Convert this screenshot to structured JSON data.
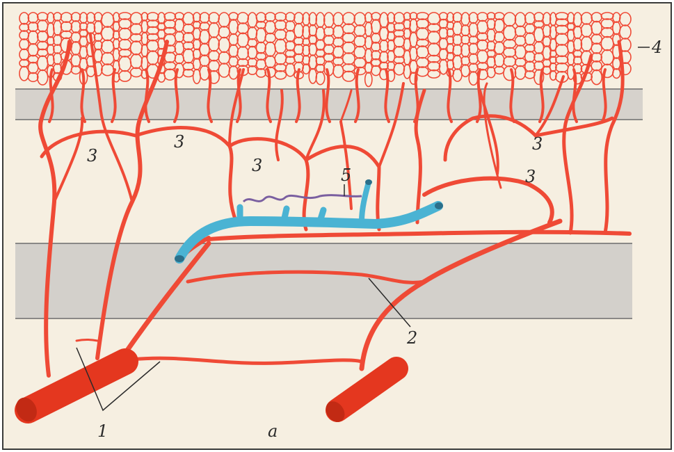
{
  "colors": {
    "background": "#ffffff",
    "paper": "#f6efe1",
    "border": "#3a3a3a",
    "band": "#d6d2cc",
    "artery": "#ef4a36",
    "artery_dark": "#e4371f",
    "vein": "#4ab3d3",
    "vein_dark": "#2b6f8a",
    "lymph": "#7a5fa0"
  },
  "labels": {
    "l1": "1",
    "l2": "2",
    "l3a": "3",
    "l3b": "3",
    "l3c": "3",
    "l3d": "3",
    "l3e": "3",
    "l4": "4",
    "l5": "5",
    "caption": "a"
  }
}
